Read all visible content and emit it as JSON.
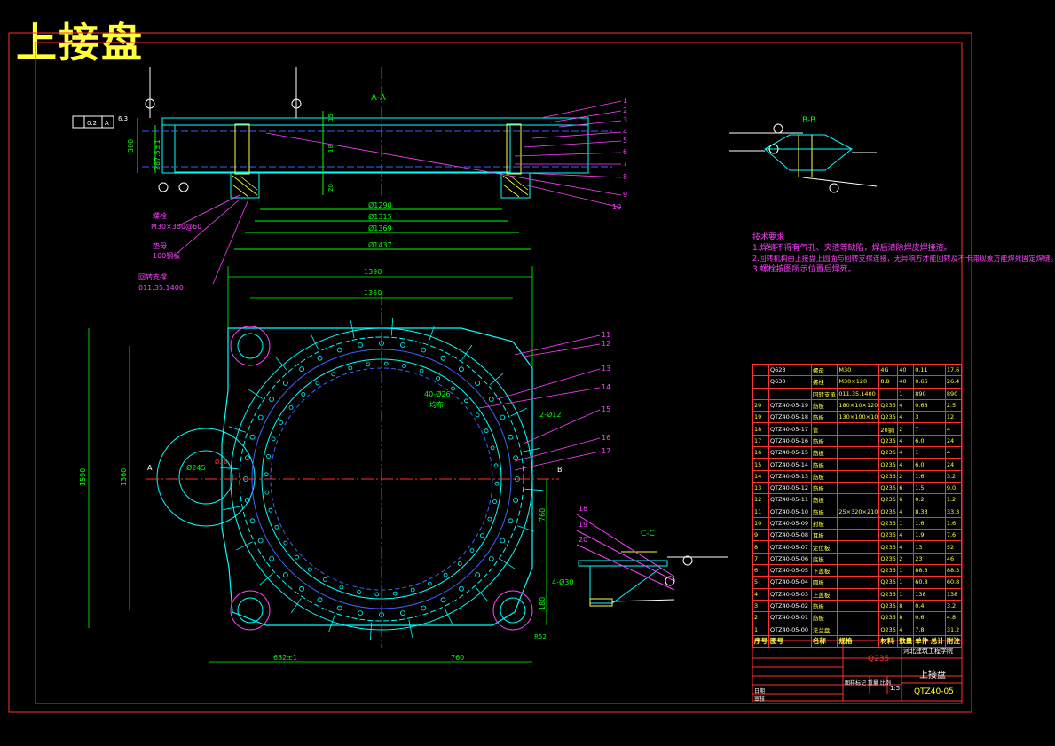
{
  "sheet_title": "上接盘",
  "views": {
    "section_aa": "A-A",
    "section_bb": "B-B",
    "section_cc": "C-C",
    "section_marker_a": "A",
    "section_marker_b": "B"
  },
  "dimensions_aa": {
    "d1290": "Ø1290",
    "d1315": "Ø1315",
    "d1369": "Ø1369",
    "d1437": "Ø1437",
    "h300": "300",
    "h287": "287.5±1",
    "h15": "15",
    "h18": "18",
    "h20": "20",
    "flatness": "0.2",
    "tol_a": "A",
    "angle_a": "6.3"
  },
  "callouts_aa": [
    "1",
    "2",
    "3",
    "4",
    "5",
    "6",
    "7",
    "8",
    "9",
    "10"
  ],
  "left_labels": [
    {
      "name": "螺栓",
      "spec": "M30×300@60"
    },
    {
      "name": "垫母",
      "spec": "100钢板"
    },
    {
      "name": "回转支撑",
      "spec": "011.35.1400"
    }
  ],
  "plan_dims": {
    "w1390": "1390",
    "w1360": "1360",
    "h1590": "1590",
    "h1360": "1360",
    "bottom_left": "632±1",
    "bottom_right": "760",
    "right_760": "760",
    "right_180": "180",
    "d245": "Ø245",
    "d36": "Ø36",
    "holes": "40-Ø26",
    "holes_note": "均布",
    "holes2": "2-Ø12",
    "holes3": "4-Ø30",
    "radius": "R52"
  },
  "callouts_plan": [
    "11",
    "12",
    "13",
    "14",
    "15",
    "16",
    "17",
    "18",
    "19",
    "20"
  ],
  "tech_notes": {
    "title": "技术要求",
    "items": [
      "1.焊缝不得有气孔、夹渣等缺陷，焊后清除焊皮焊接渣。",
      "2.回转机构由上接盘上圆面与回转支撑连接，无异响方才能回转及不卡滞现象方能焊死固定焊缝。",
      "3.螺栓按图所示位置后焊死。"
    ]
  },
  "bom": {
    "header": {
      "no": "序号",
      "code": "图号",
      "name": "名称",
      "spec": "规格",
      "qty": "数量",
      "material": "材料",
      "weight": "单件 总计",
      "remark": "附注"
    },
    "rows": [
      {
        "no": "",
        "code": "Q623",
        "name": "螺母",
        "spec": "M30",
        "qty": "40",
        "material": "4G",
        "w1": "0.11",
        "w2": "17.6"
      },
      {
        "no": "",
        "code": "Q630",
        "name": "螺栓",
        "spec": "M30×120",
        "qty": "40",
        "material": "8.8",
        "w1": "0.66",
        "w2": "26.4"
      },
      {
        "no": "",
        "code": "",
        "name": "回转支承",
        "spec": "011.35.1400",
        "qty": "1",
        "material": "",
        "w1": "890",
        "w2": "890"
      },
      {
        "no": "20",
        "code": "QTZ40-05-19",
        "name": "筋板",
        "spec": "180×10×120",
        "qty": "4",
        "material": "Q235",
        "w1": "0.68",
        "w2": "2.5"
      },
      {
        "no": "19",
        "code": "QTZ40-05-18",
        "name": "筋板",
        "spec": "130×100×10",
        "qty": "4",
        "material": "Q235",
        "w1": "3",
        "w2": "12"
      },
      {
        "no": "18",
        "code": "QTZ40-05-17",
        "name": "管",
        "spec": "",
        "qty": "2",
        "material": "20钢",
        "w1": "7",
        "w2": "4"
      },
      {
        "no": "17",
        "code": "QTZ40-05-16",
        "name": "筋板",
        "spec": "",
        "qty": "4",
        "material": "Q235",
        "w1": "6.0",
        "w2": "24"
      },
      {
        "no": "16",
        "code": "QTZ40-05-15",
        "name": "筋板",
        "spec": "",
        "qty": "4",
        "material": "Q235",
        "w1": "1",
        "w2": "4"
      },
      {
        "no": "15",
        "code": "QTZ40-05-14",
        "name": "筋板",
        "spec": "",
        "qty": "4",
        "material": "Q235",
        "w1": "6.0",
        "w2": "24"
      },
      {
        "no": "14",
        "code": "QTZ40-05-13",
        "name": "筋板",
        "spec": "",
        "qty": "2",
        "material": "Q235",
        "w1": "1.6",
        "w2": "3.2"
      },
      {
        "no": "13",
        "code": "QTZ40-05-12",
        "name": "筋板",
        "spec": "",
        "qty": "6",
        "material": "Q235",
        "w1": "1.5",
        "w2": "9.0"
      },
      {
        "no": "12",
        "code": "QTZ40-05-11",
        "name": "筋板",
        "spec": "",
        "qty": "6",
        "material": "Q235",
        "w1": "0.2",
        "w2": "1.2"
      },
      {
        "no": "11",
        "code": "QTZ40-05-10",
        "name": "筋板",
        "spec": "25×320×210",
        "qty": "4",
        "material": "Q235",
        "w1": "8.33",
        "w2": "33.3"
      },
      {
        "no": "10",
        "code": "QTZ40-05-09",
        "name": "封板",
        "spec": "",
        "qty": "1",
        "material": "Q235",
        "w1": "1.6",
        "w2": "1.6"
      },
      {
        "no": "9",
        "code": "QTZ40-05-08",
        "name": "耳板",
        "spec": "",
        "qty": "4",
        "material": "Q235",
        "w1": "1.9",
        "w2": "7.6"
      },
      {
        "no": "8",
        "code": "QTZ40-05-07",
        "name": "定位板",
        "spec": "",
        "qty": "4",
        "material": "Q235",
        "w1": "13",
        "w2": "52"
      },
      {
        "no": "7",
        "code": "QTZ40-05-06",
        "name": "底板",
        "spec": "",
        "qty": "2",
        "material": "Q235",
        "w1": "23",
        "w2": "46"
      },
      {
        "no": "6",
        "code": "QTZ40-05-05",
        "name": "下盖板",
        "spec": "",
        "qty": "1",
        "material": "Q235",
        "w1": "88.3",
        "w2": "88.3"
      },
      {
        "no": "5",
        "code": "QTZ40-05-04",
        "name": "圆板",
        "spec": "",
        "qty": "1",
        "material": "Q235",
        "w1": "60.8",
        "w2": "60.8"
      },
      {
        "no": "4",
        "code": "QTZ40-05-03",
        "name": "上盖板",
        "spec": "",
        "qty": "1",
        "material": "Q235",
        "w1": "138",
        "w2": "138"
      },
      {
        "no": "3",
        "code": "QTZ40-05-02",
        "name": "筋板",
        "spec": "",
        "qty": "8",
        "material": "Q235",
        "w1": "0.4",
        "w2": "3.2"
      },
      {
        "no": "2",
        "code": "QTZ40-05-01",
        "name": "筋板",
        "spec": "",
        "qty": "8",
        "material": "Q235",
        "w1": "0.6",
        "w2": "4.8"
      },
      {
        "no": "1",
        "code": "QTZ40-05-00",
        "name": "法兰盘",
        "spec": "",
        "qty": "4",
        "material": "Q235",
        "w1": "7.8",
        "w2": "31.2"
      }
    ]
  },
  "title_block": {
    "material": "Q235",
    "school": "河北建筑工程学院",
    "part_name": "上接盘",
    "drawing_no": "QTZ40-05",
    "scale": "1:5",
    "stage_marks": "图样标记 重量 比例",
    "mark_a": "日期",
    "mark_b": "审核"
  },
  "colors": {
    "frame": "#ff3030",
    "outline_cyan": "#00ffff",
    "dimension_green": "#00ff00",
    "leader_magenta": "#ff40ff",
    "label_yellow": "#ffff3c",
    "hidden_blue": "#4060ff",
    "text_white": "#ffffff"
  }
}
